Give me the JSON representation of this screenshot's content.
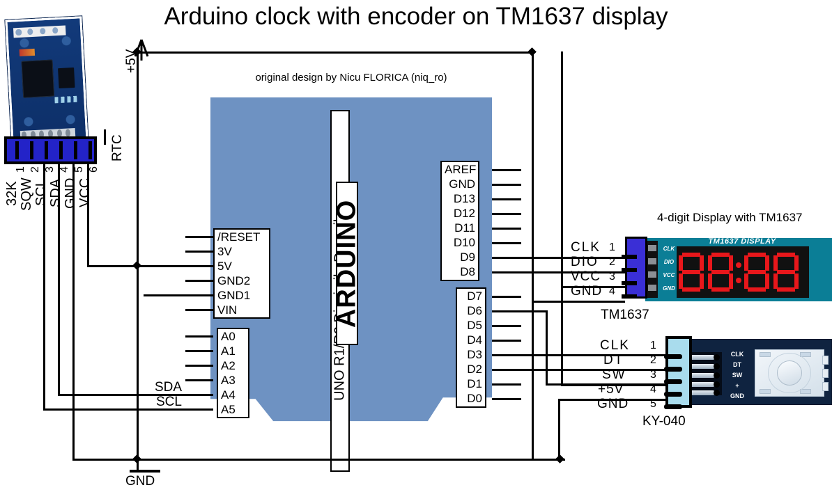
{
  "title": "Arduino clock with encoder on TM1637 display",
  "subtitle": "original design by Nicu FLORICA (niq_ro)",
  "power": {
    "rail_label": "+5V",
    "ground_label": "GND"
  },
  "colors": {
    "board": "#6e92c2",
    "wire": "#000000",
    "tm1637_pcb": "#0b7e96",
    "tm1637_segment": "#e8171b",
    "ky040_pcb": "#0f2340",
    "rtc_pcb": "#123a7a",
    "header_blue": "#2323c8",
    "header_cyan": "#a9dced"
  },
  "rtc": {
    "name": "RTC",
    "pins": [
      {
        "num": "1",
        "label": "32K"
      },
      {
        "num": "2",
        "label": "SQW"
      },
      {
        "num": "3",
        "label": "SCL"
      },
      {
        "num": "4",
        "label": "SDA"
      },
      {
        "num": "5",
        "label": "GND"
      },
      {
        "num": "6",
        "label": "VCC"
      }
    ]
  },
  "arduino": {
    "brand": "ARDUINO",
    "model": "UNO R1/R2  Diecimila  Duemilanove",
    "power_pins": [
      "/RESET",
      "3V",
      "5V",
      "GND2",
      "GND1",
      "VIN"
    ],
    "analog_pins": [
      "A0",
      "A1",
      "A2",
      "A3",
      "A4",
      "A5"
    ],
    "digital_top": [
      "AREF",
      "GND",
      "D13",
      "D12",
      "D11",
      "D10",
      "D9",
      "D8"
    ],
    "digital_bottom": [
      "D7",
      "D6",
      "D5",
      "D4",
      "D3",
      "D2",
      "D1",
      "D0"
    ],
    "bus_labels": {
      "sda": "SDA",
      "scl": "SCL"
    }
  },
  "tm1637": {
    "name": "TM1637",
    "caption": "4-digit Display with TM1637",
    "silkscreen": "TM1637 DISPLAY",
    "display_value": "88:88",
    "pins": [
      {
        "num": "1",
        "label": "CLK"
      },
      {
        "num": "2",
        "label": "DIO"
      },
      {
        "num": "3",
        "label": "VCC"
      },
      {
        "num": "4",
        "label": "GND"
      }
    ],
    "board_pin_labels": [
      "CLK",
      "DIO",
      "VCC",
      "GND"
    ]
  },
  "ky040": {
    "name": "KY-040",
    "pins": [
      {
        "num": "1",
        "label": "CLK"
      },
      {
        "num": "2",
        "label": "DT"
      },
      {
        "num": "3",
        "label": "SW"
      },
      {
        "num": "4",
        "label": "+5V"
      },
      {
        "num": "5",
        "label": "GND"
      }
    ],
    "board_pin_labels": [
      "CLK",
      "DT",
      "SW",
      "+",
      "GND"
    ]
  }
}
